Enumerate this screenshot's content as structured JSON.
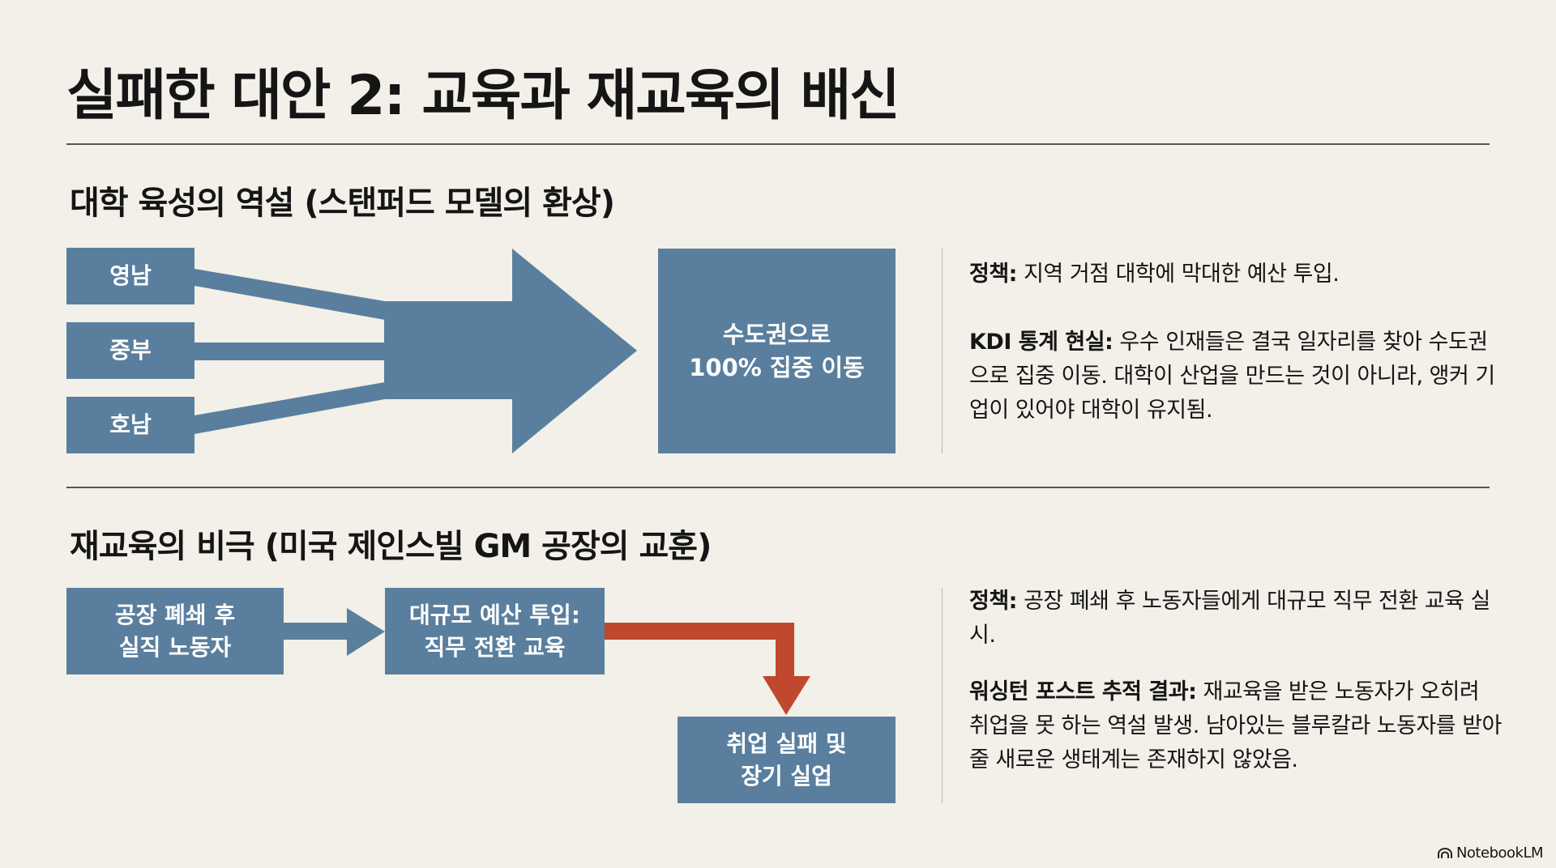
{
  "title": "실패한 대안 2: 교육과 재교육의 배신",
  "section1": {
    "heading": "대학 육성의 역설 (스탠퍼드 모델의 환상)",
    "regions": [
      "영남",
      "중부",
      "호남"
    ],
    "destination": [
      "수도권으로",
      "100% 집중 이동"
    ],
    "policy_label": "정책:",
    "policy_text": " 지역 거점 대학에 막대한 예산 투입.",
    "reality_label": "KDI 통계 현실:",
    "reality_text": " 우수 인재들은 결국 일자리를 찾아 수도권으로 집중 이동. 대학이 산업을 만드는 것이 아니라, 앵커 기업이 있어야 대학이 유지됨."
  },
  "section2": {
    "heading": "재교육의 비극 (미국 제인스빌 GM 공장의 교훈)",
    "step1": [
      "공장 폐쇄 후",
      "실직 노동자"
    ],
    "step2": [
      "대규모 예산 투입:",
      "직무 전환 교육"
    ],
    "step3": [
      "취업 실패 및",
      "장기 실업"
    ],
    "policy_label": "정책:",
    "policy_text": " 공장 폐쇄 후 노동자들에게 대규모 직무 전환 교육 실시.",
    "result_label": "워싱턴 포스트 추적 결과:",
    "result_text": " 재교육을 받은 노동자가 오히려 취업을 못 하는 역설 발생. 남아있는 블루칼라 노동자를 받아줄 새로운 생태계는 존재하지 않았음."
  },
  "brand": "NotebookLM",
  "colors": {
    "blue": "#5a7f9e",
    "red": "#c0482f",
    "background": "#f2f0e8"
  }
}
